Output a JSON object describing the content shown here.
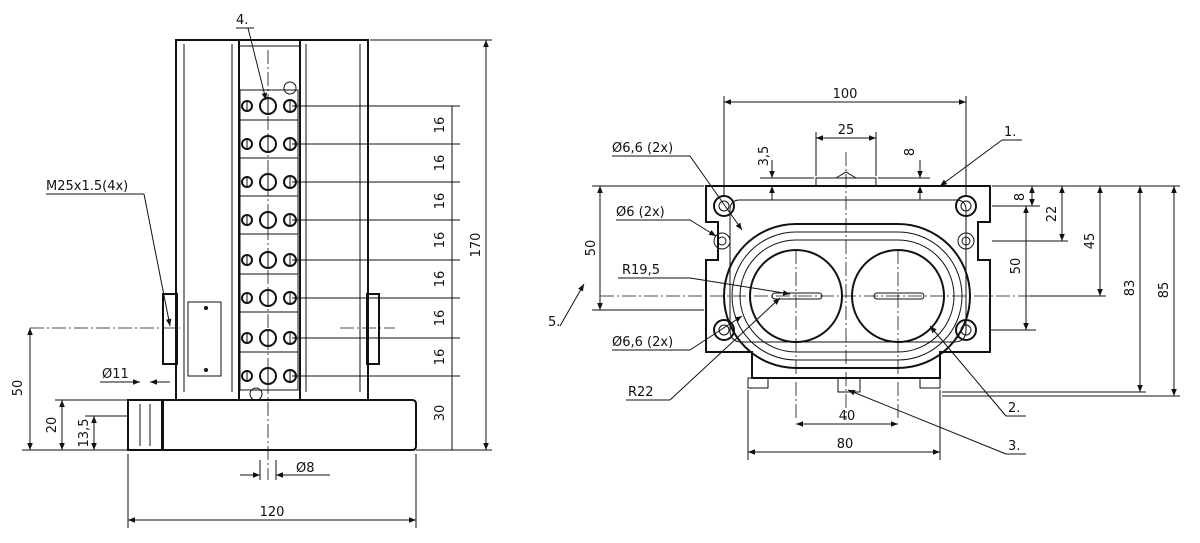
{
  "left_view": {
    "dims": {
      "pitch": "16",
      "bottom": "30",
      "total_height": "170",
      "axis_height": "50",
      "base_height": "20",
      "foot_height": "13,5",
      "hole_dia": "Ø11",
      "pin_dia": "Ø8",
      "width": "120"
    },
    "thread_label": "M25x1.5(4x)",
    "item_4": "4."
  },
  "right_view": {
    "dims": {
      "width_top": "100",
      "center_gap": "25",
      "offset_35": "3,5",
      "offset_8": "8",
      "hole_66_top": "Ø6,6 (2x)",
      "hole_6": "Ø6 (2x)",
      "hole_66_bottom": "Ø6,6 (2x)",
      "left_50": "50",
      "r195": "R19,5",
      "r22": "R22",
      "bottom_40": "40",
      "bottom_80": "80",
      "right_8": "8",
      "right_22": "22",
      "right_45": "45",
      "right_50": "50",
      "right_83": "83",
      "right_85": "85"
    },
    "item_1": "1.",
    "item_2": "2.",
    "item_3": "3.",
    "item_5": "5."
  }
}
